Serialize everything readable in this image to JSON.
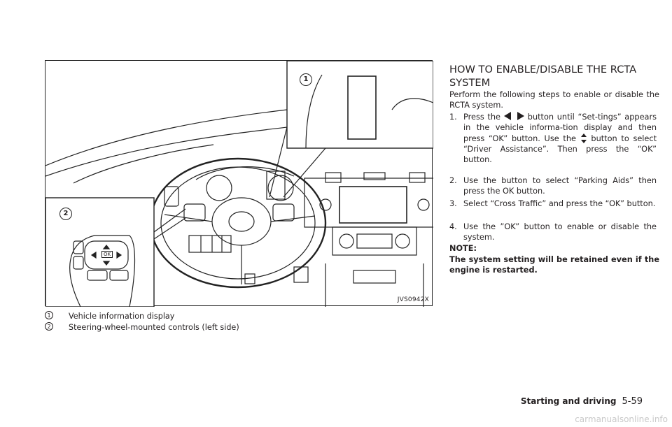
{
  "figure": {
    "code": "JVS0942X",
    "markers": [
      "1",
      "2"
    ],
    "ok_label": "OK"
  },
  "callouts": [
    {
      "num": "1",
      "text": "Vehicle information display"
    },
    {
      "num": "2",
      "text": "Steering-wheel-mounted controls (left side)"
    }
  ],
  "section": {
    "heading": "HOW TO ENABLE/DISABLE THE RCTA SYSTEM",
    "intro": "Perform the following steps to enable or disable the RCTA system.",
    "step1": {
      "num": "1.",
      "a": "Press the",
      "b": "button until “Set-tings” appears in the vehicle informa-tion display and then press “OK” button. Use the",
      "c": "button to select “Driver Assistance”. Then press the “OK” button.",
      "icons": [
        "left-triangle-icon",
        "right-triangle-icon",
        "up-down-arrow-icon"
      ]
    },
    "step2": {
      "num": "2.",
      "text": "Use the button to select “Parking Aids” then press the OK button."
    },
    "step3": {
      "num": "3.",
      "text": "Select “Cross Traffic” and press the “OK” button."
    },
    "step4": {
      "num": "4.",
      "text": "Use the ”OK” button to enable or disable the system."
    },
    "note_label": "NOTE:",
    "note_text": "The system setting will be retained even if the engine is restarted."
  },
  "footer": {
    "section": "Starting and driving",
    "page": "5-59"
  },
  "watermark": "carmanualsonline.info"
}
